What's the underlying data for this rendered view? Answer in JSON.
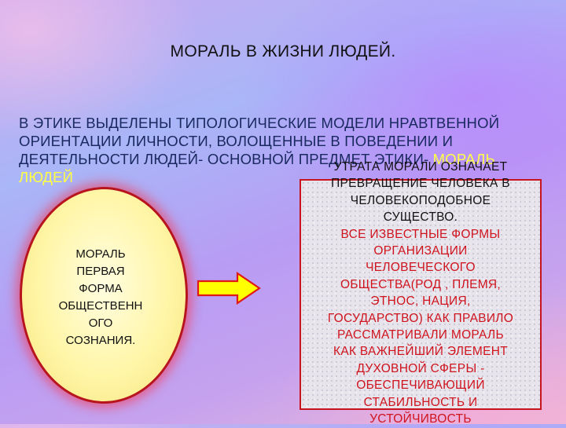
{
  "slide": {
    "title": "МОРАЛЬ В ЖИЗНИ ЛЮДЕЙ.",
    "intro": {
      "text": "В ЭТИКЕ   ВЫДЕЛЕНЫ ТИПОЛОГИЧЕСКИЕ МОДЕЛИ НРАВТВЕННОЙ ОРИЕНТАЦИИ ЛИЧНОСТИ, ВОЛОЩЕННЫЕ В ПОВЕДЕНИИ И ДЕЯТЕЛЬНОСТИ   ЛЮДЕЙ- ОСНОВНОЙ ПРЕДМЕТ ЭТИКИ- ",
      "highlight": "МОРАЛЬ ЛЮДЕЙ"
    },
    "ellipse_lines": [
      "МОРАЛЬ",
      "ПЕРВАЯ",
      "ФОРМА",
      "ОБЩЕСТВЕНН",
      "ОГО",
      "СОЗНАНИЯ."
    ],
    "box_dark_lines": [
      "УТРАТА МОРАЛИ  ОЗНАЧАЕТ",
      "ПРЕВРАЩЕНИЕ  ЧЕЛОВЕКА В",
      "ЧЕЛОВЕКОПОДОБНОЕ",
      "СУЩЕСТВО."
    ],
    "box_red_lines": [
      "ВСЕ ИЗВЕСТНЫЕ ФОРМЫ",
      "ОРГАНИЗАЦИИ",
      "ЧЕЛОВЕЧЕСКОГО",
      "ОБЩЕСТВА(РОД , ПЛЕМЯ,",
      "ЭТНОС,  НАЦИЯ,",
      "ГОСУДАРСТВО)  КАК ПРАВИЛО",
      "РАССМАТРИВАЛИ  МОРАЛЬ",
      "КАК ВАЖНЕЙШИЙ ЭЛЕМЕНТ",
      "ДУХОВНОЙ СФЕРЫ -",
      "ОБЕСПЕЧИВАЮЩИЙ",
      "СТАБИЛЬНОСТЬ  И",
      "УСТОЙЧИВОСТЬ"
    ],
    "colors": {
      "intro_text": "#1a2a60",
      "highlight": "#ffff44",
      "red_text": "#d0141e",
      "ellipse_fill": "#fff6a8",
      "arrow_fill": "#ffff00",
      "arrow_stroke": "#e01818"
    }
  }
}
